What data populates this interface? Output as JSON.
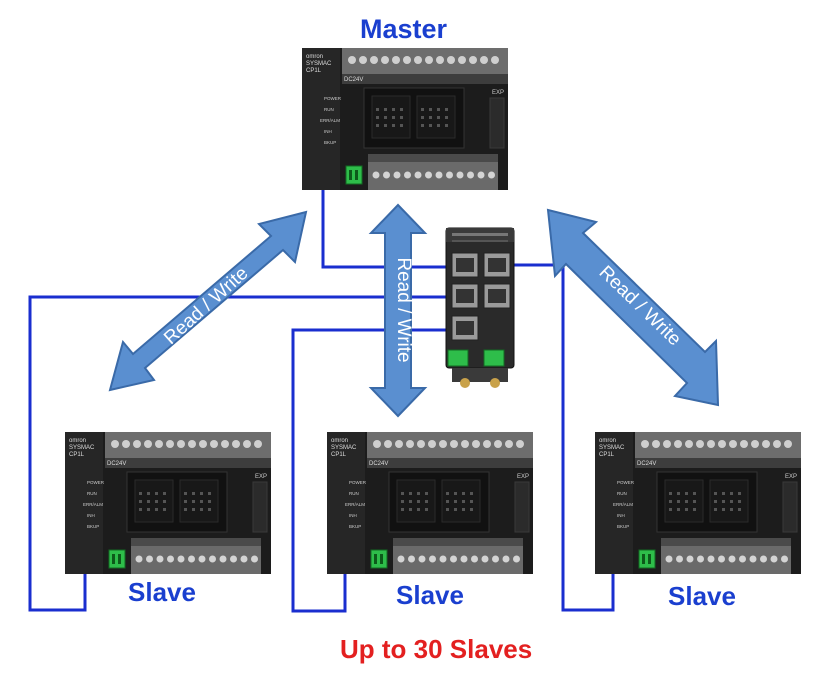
{
  "diagram": {
    "master_label": "Master",
    "slave_labels": [
      "Slave",
      "Slave",
      "Slave"
    ],
    "footer_label": "Up to 30 Slaves",
    "arrow_labels": [
      "Read / Write",
      "Read / Write",
      "Read / Write"
    ],
    "plc": {
      "brand": "omron",
      "model_line1": "SYSMAC",
      "model_line2": "CP1L",
      "voltage": "DC24V",
      "indicators": [
        "POWER",
        "RUN",
        "ERR/ALM",
        "INH",
        "BKUP"
      ],
      "expansion": "EXP"
    },
    "colors": {
      "label_blue": "#1a3fcf",
      "footer_red": "#e32020",
      "arrow_fill": "#5a8fd0",
      "arrow_stroke": "#3a6aa8",
      "cable": "#1a2ecf"
    },
    "switch_ports": 5
  }
}
